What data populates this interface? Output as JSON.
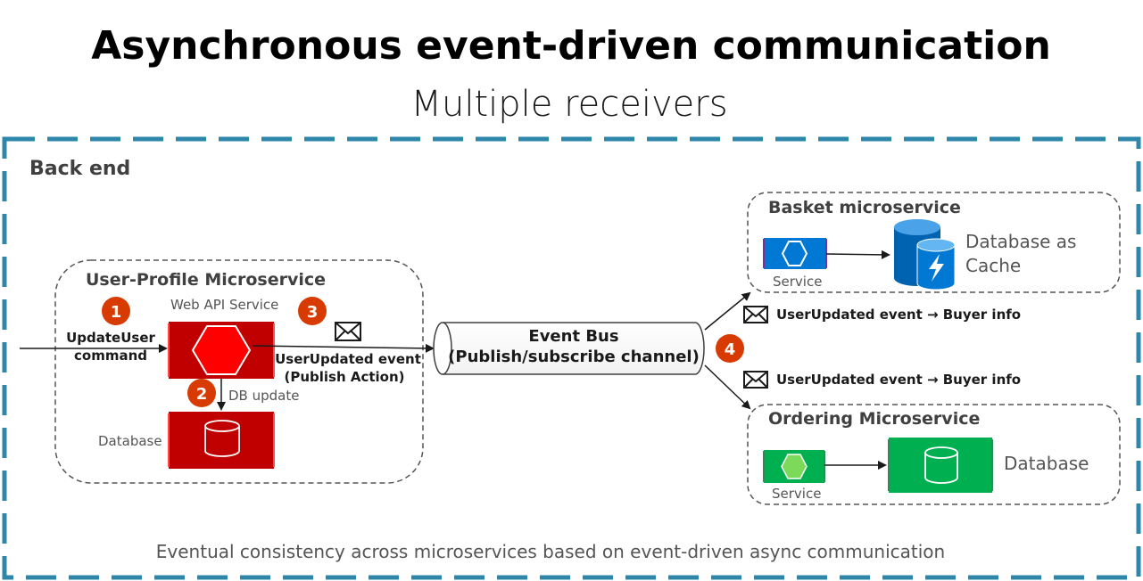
{
  "title": "Asynchronous event-driven communication",
  "subtitle": "Multiple receivers",
  "backend_label": "Back end",
  "user_profile": {
    "title": "User-Profile Microservice",
    "web_api_label": "Web API Service",
    "database_label": "Database",
    "command_line1": "UpdateUser",
    "command_line2": "command",
    "db_update_label": "DB update",
    "publish_line1": "UserUpdated event",
    "publish_line2": "(Publish Action)"
  },
  "steps": [
    "1",
    "2",
    "3",
    "4"
  ],
  "event_bus": {
    "line1": "Event Bus",
    "line2": "(Publish/subscribe channel)"
  },
  "basket": {
    "title": "Basket microservice",
    "service_label": "Service",
    "db_line1": "Database as",
    "db_line2": "Cache",
    "event_label": "UserUpdated event → Buyer info"
  },
  "ordering": {
    "title": "Ordering Microservice",
    "service_label": "Service",
    "db_label": "Database",
    "event_label": "UserUpdated event → Buyer info"
  },
  "footer": "Eventual consistency across microservices based on event-driven async communication",
  "colors": {
    "frame_blue": "#2E86AB",
    "step_orange": "#D83B01",
    "service_red": "#C00000",
    "hex_red": "#FF0000",
    "basket_blue": "#0078D4",
    "ordering_green": "#00B050",
    "hex_green": "#7CD95A"
  }
}
